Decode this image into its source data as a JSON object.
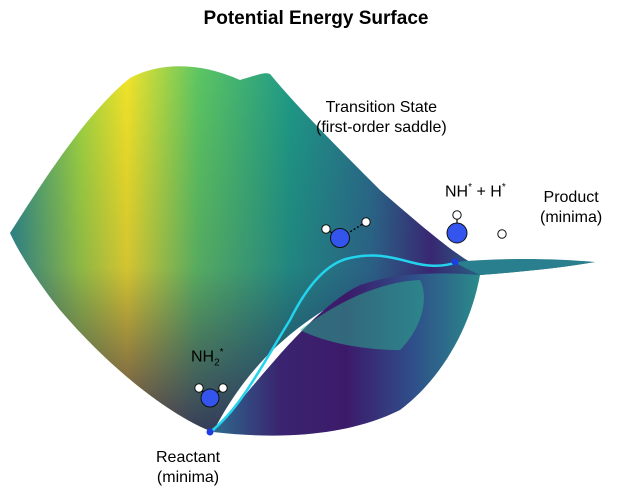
{
  "title": "Potential Energy Surface",
  "labels": {
    "transition_state": {
      "line1": "Transition State",
      "line2": "(first-order saddle)"
    },
    "product": {
      "line1": "Product",
      "line2": "(minima)"
    },
    "reactant": {
      "line1": "Reactant",
      "line2": "(minima)"
    },
    "reactant_species": {
      "base": "NH",
      "sub": "2",
      "sup": "*"
    },
    "product_species": {
      "a": "NH",
      "a_sup": "*",
      "plus": " + ",
      "b": "H",
      "b_sup": "*"
    }
  },
  "colors": {
    "path": "#22d3ee",
    "atom_n": "#3355ee",
    "atom_h": "#ffffff",
    "surface_high": "#f7e72a",
    "surface_mid": "#22a386",
    "surface_low": "#3b1c6b"
  }
}
